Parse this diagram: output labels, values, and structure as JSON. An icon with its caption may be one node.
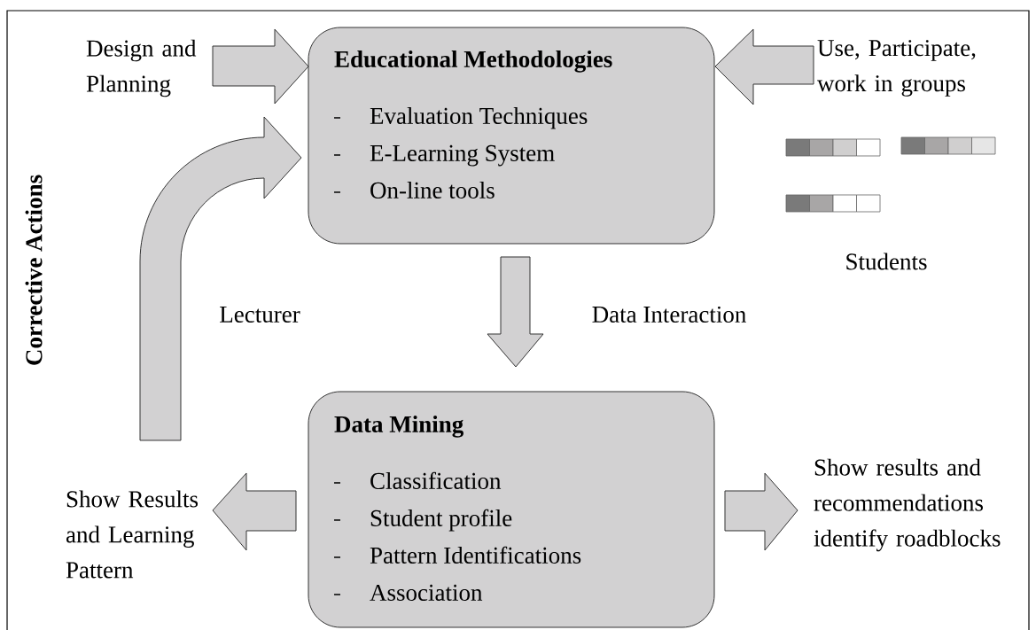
{
  "diagram": {
    "nodes": [
      {
        "text": [
          "Design and Planning"
        ]
      },
      {
        "text": [
          "Educational Methodologies",
          "Evaluation Techniques",
          "E-Learning System",
          "On-line tools"
        ]
      },
      {
        "text": [
          "Use, Participate, work in groups"
        ]
      },
      {
        "text": [
          "Students"
        ]
      },
      {
        "text": [
          "Data Mining",
          "Classification",
          "Student profile",
          "Pattern Identifications",
          "Association"
        ]
      },
      {
        "text": [
          "Show Results and Learning Pattern"
        ]
      },
      {
        "text": [
          "Show results and recommendations identify roadblocks"
        ]
      }
    ],
    "edges": [
      {
        "from": 0,
        "to": 1,
        "arrow": "to"
      },
      {
        "from": 2,
        "to": 1,
        "arrow": "to"
      },
      {
        "from": 1,
        "to": 4,
        "arrow": "to",
        "label": "Data Interaction"
      },
      {
        "from": 4,
        "to": 5,
        "arrow": "to"
      },
      {
        "from": 4,
        "to": 6,
        "arrow": "to"
      },
      {
        "from": 5,
        "to": 1,
        "arrow": "to"
      }
    ],
    "labels": [
      "Corrective Actions",
      "Lecturer"
    ]
  }
}
